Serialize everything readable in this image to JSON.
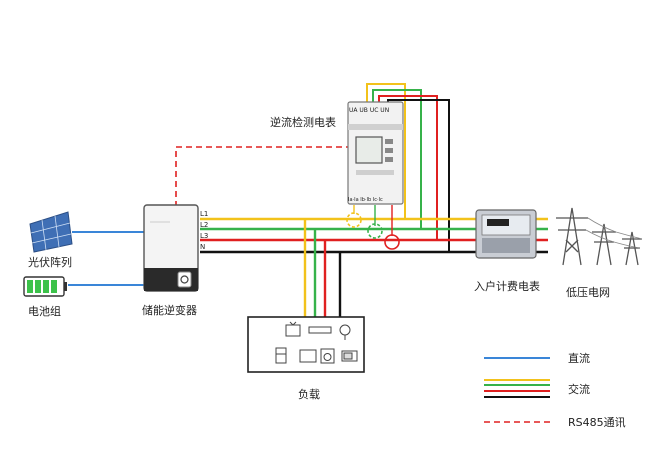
{
  "labels": {
    "pv_array": "光伏阵列",
    "battery": "电池组",
    "inverter": "储能逆变器",
    "meter_title": "逆流检测电表",
    "meter_terminals": "UA UB UC UN",
    "meter_ct_terminals": "Ia·Ia  Ib·Ib  Ic·Ic",
    "grid_meter": "入户计费电表",
    "grid": "低压电网",
    "load": "负载"
  },
  "line_tags": {
    "l1": "L1",
    "l2": "L2",
    "l3": "L3",
    "n": "N"
  },
  "legend": [
    {
      "label": "直流",
      "style": "dc"
    },
    {
      "label": "交流",
      "style": "ac"
    },
    {
      "label": "RS485通讯",
      "style": "rs485"
    }
  ],
  "colors": {
    "dc": "#3a86d8",
    "l1": "#f2c21b",
    "l2": "#36b24a",
    "l3": "#e02020",
    "n": "#111111",
    "rs485": "#e02020"
  }
}
